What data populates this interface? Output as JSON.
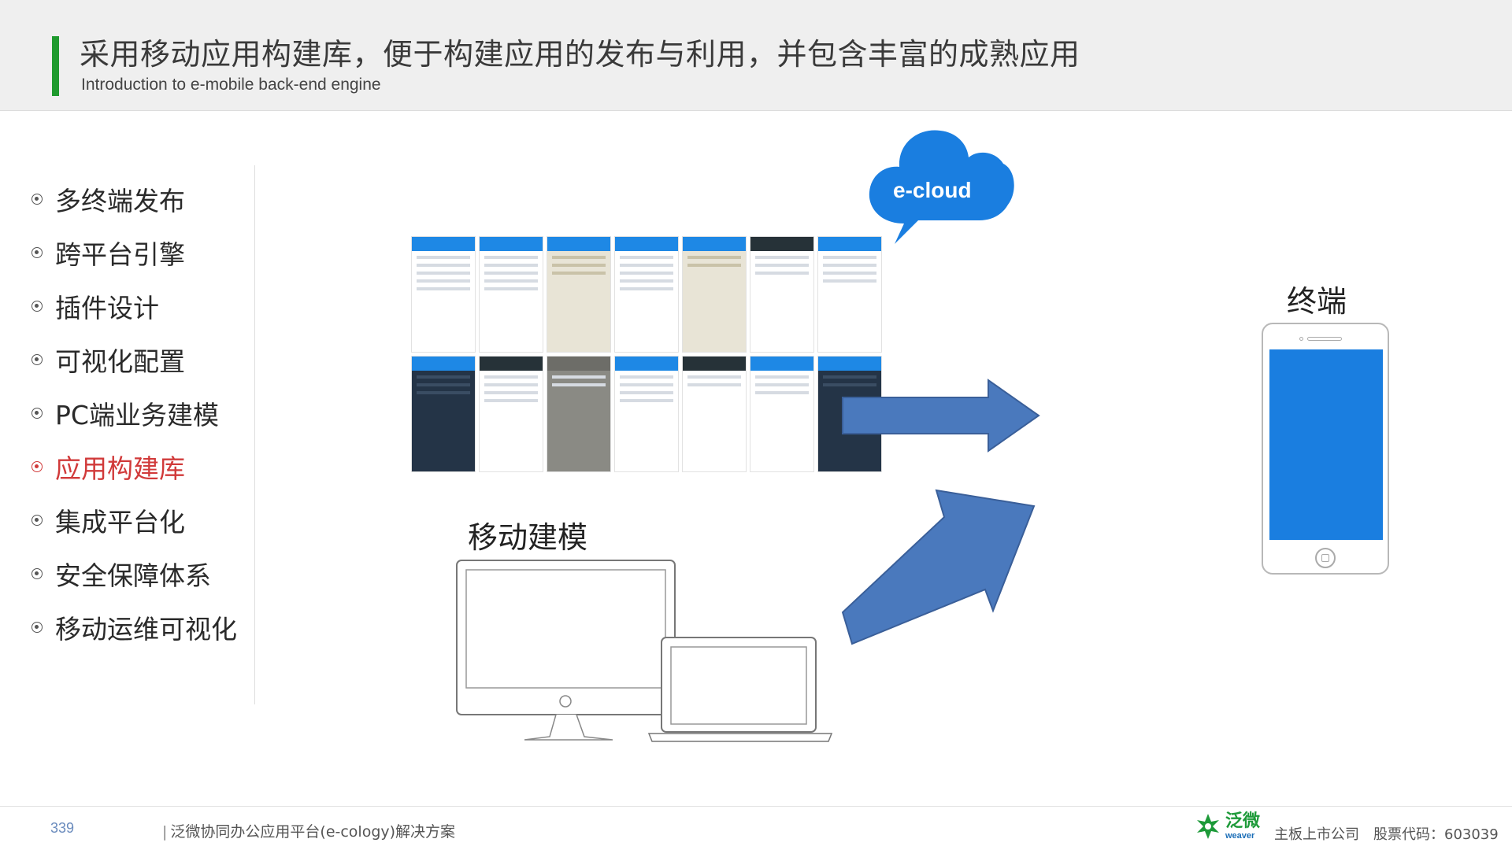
{
  "header": {
    "title": "采用移动应用构建库，便于构建应用的发布与利用，并包含丰富的成熟应用",
    "subtitle": "Introduction to e-mobile back-end engine"
  },
  "menu": {
    "items": [
      {
        "label": "多终端发布",
        "active": false
      },
      {
        "label": "跨平台引擎",
        "active": false
      },
      {
        "label": "插件设计",
        "active": false
      },
      {
        "label": "可视化配置",
        "active": false
      },
      {
        "label": "PC端业务建模",
        "active": false
      },
      {
        "label": "应用构建库",
        "active": true
      },
      {
        "label": "集成平台化",
        "active": false
      },
      {
        "label": "安全保障体系",
        "active": false
      },
      {
        "label": "移动运维可视化",
        "active": false
      }
    ]
  },
  "diagram": {
    "cloud_label": "e-cloud",
    "modeling_label": "移动建模",
    "terminal_label": "终端"
  },
  "footer": {
    "page_number": "339",
    "separator": "|",
    "solution_text": "泛微协同办公应用平台(e-cology)解决方案",
    "brand_cn": "泛微",
    "brand_en": "weaver",
    "listed": "主板上市公司",
    "stock_code": "股票代码：603039"
  },
  "colors": {
    "accent_green": "#1f9a2e",
    "active_red": "#d13a3a",
    "cloud_blue": "#1a7ee0",
    "arrow_blue": "#4a79bd"
  }
}
